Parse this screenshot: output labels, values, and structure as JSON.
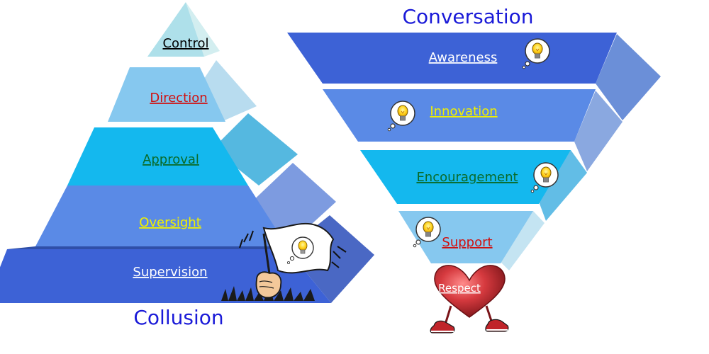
{
  "left_pyramid": {
    "caption": "Collusion",
    "layers": [
      {
        "label": "Control",
        "color": "#000000"
      },
      {
        "label": "Direction",
        "color": "#d01010"
      },
      {
        "label": "Approval",
        "color": "#0a6b2a"
      },
      {
        "label": "Oversight",
        "color": "#f0f000"
      },
      {
        "label": "Supervision",
        "color": "#ffffff"
      }
    ]
  },
  "right_pyramid": {
    "caption": "Conversation",
    "layers": [
      {
        "label": "Awareness",
        "color": "#ffffff"
      },
      {
        "label": "Innovation",
        "color": "#f0f000"
      },
      {
        "label": "Encouragement",
        "color": "#0a6b2a"
      },
      {
        "label": "Support",
        "color": "#d01010"
      }
    ],
    "base_label": "Respect"
  },
  "icons": [
    "lightbulb-thought-icon",
    "white-flag-icon",
    "heart-icon",
    "sneaker-icon"
  ],
  "colors": {
    "caption": "#1a1ad8",
    "tier_dark": "#3d62d6",
    "tier_mid": "#5a8ae6",
    "tier_cyan": "#14b8ee",
    "tier_light": "#86c8ef",
    "tier_pale": "#aee0ea",
    "heart": "#c42a32"
  }
}
